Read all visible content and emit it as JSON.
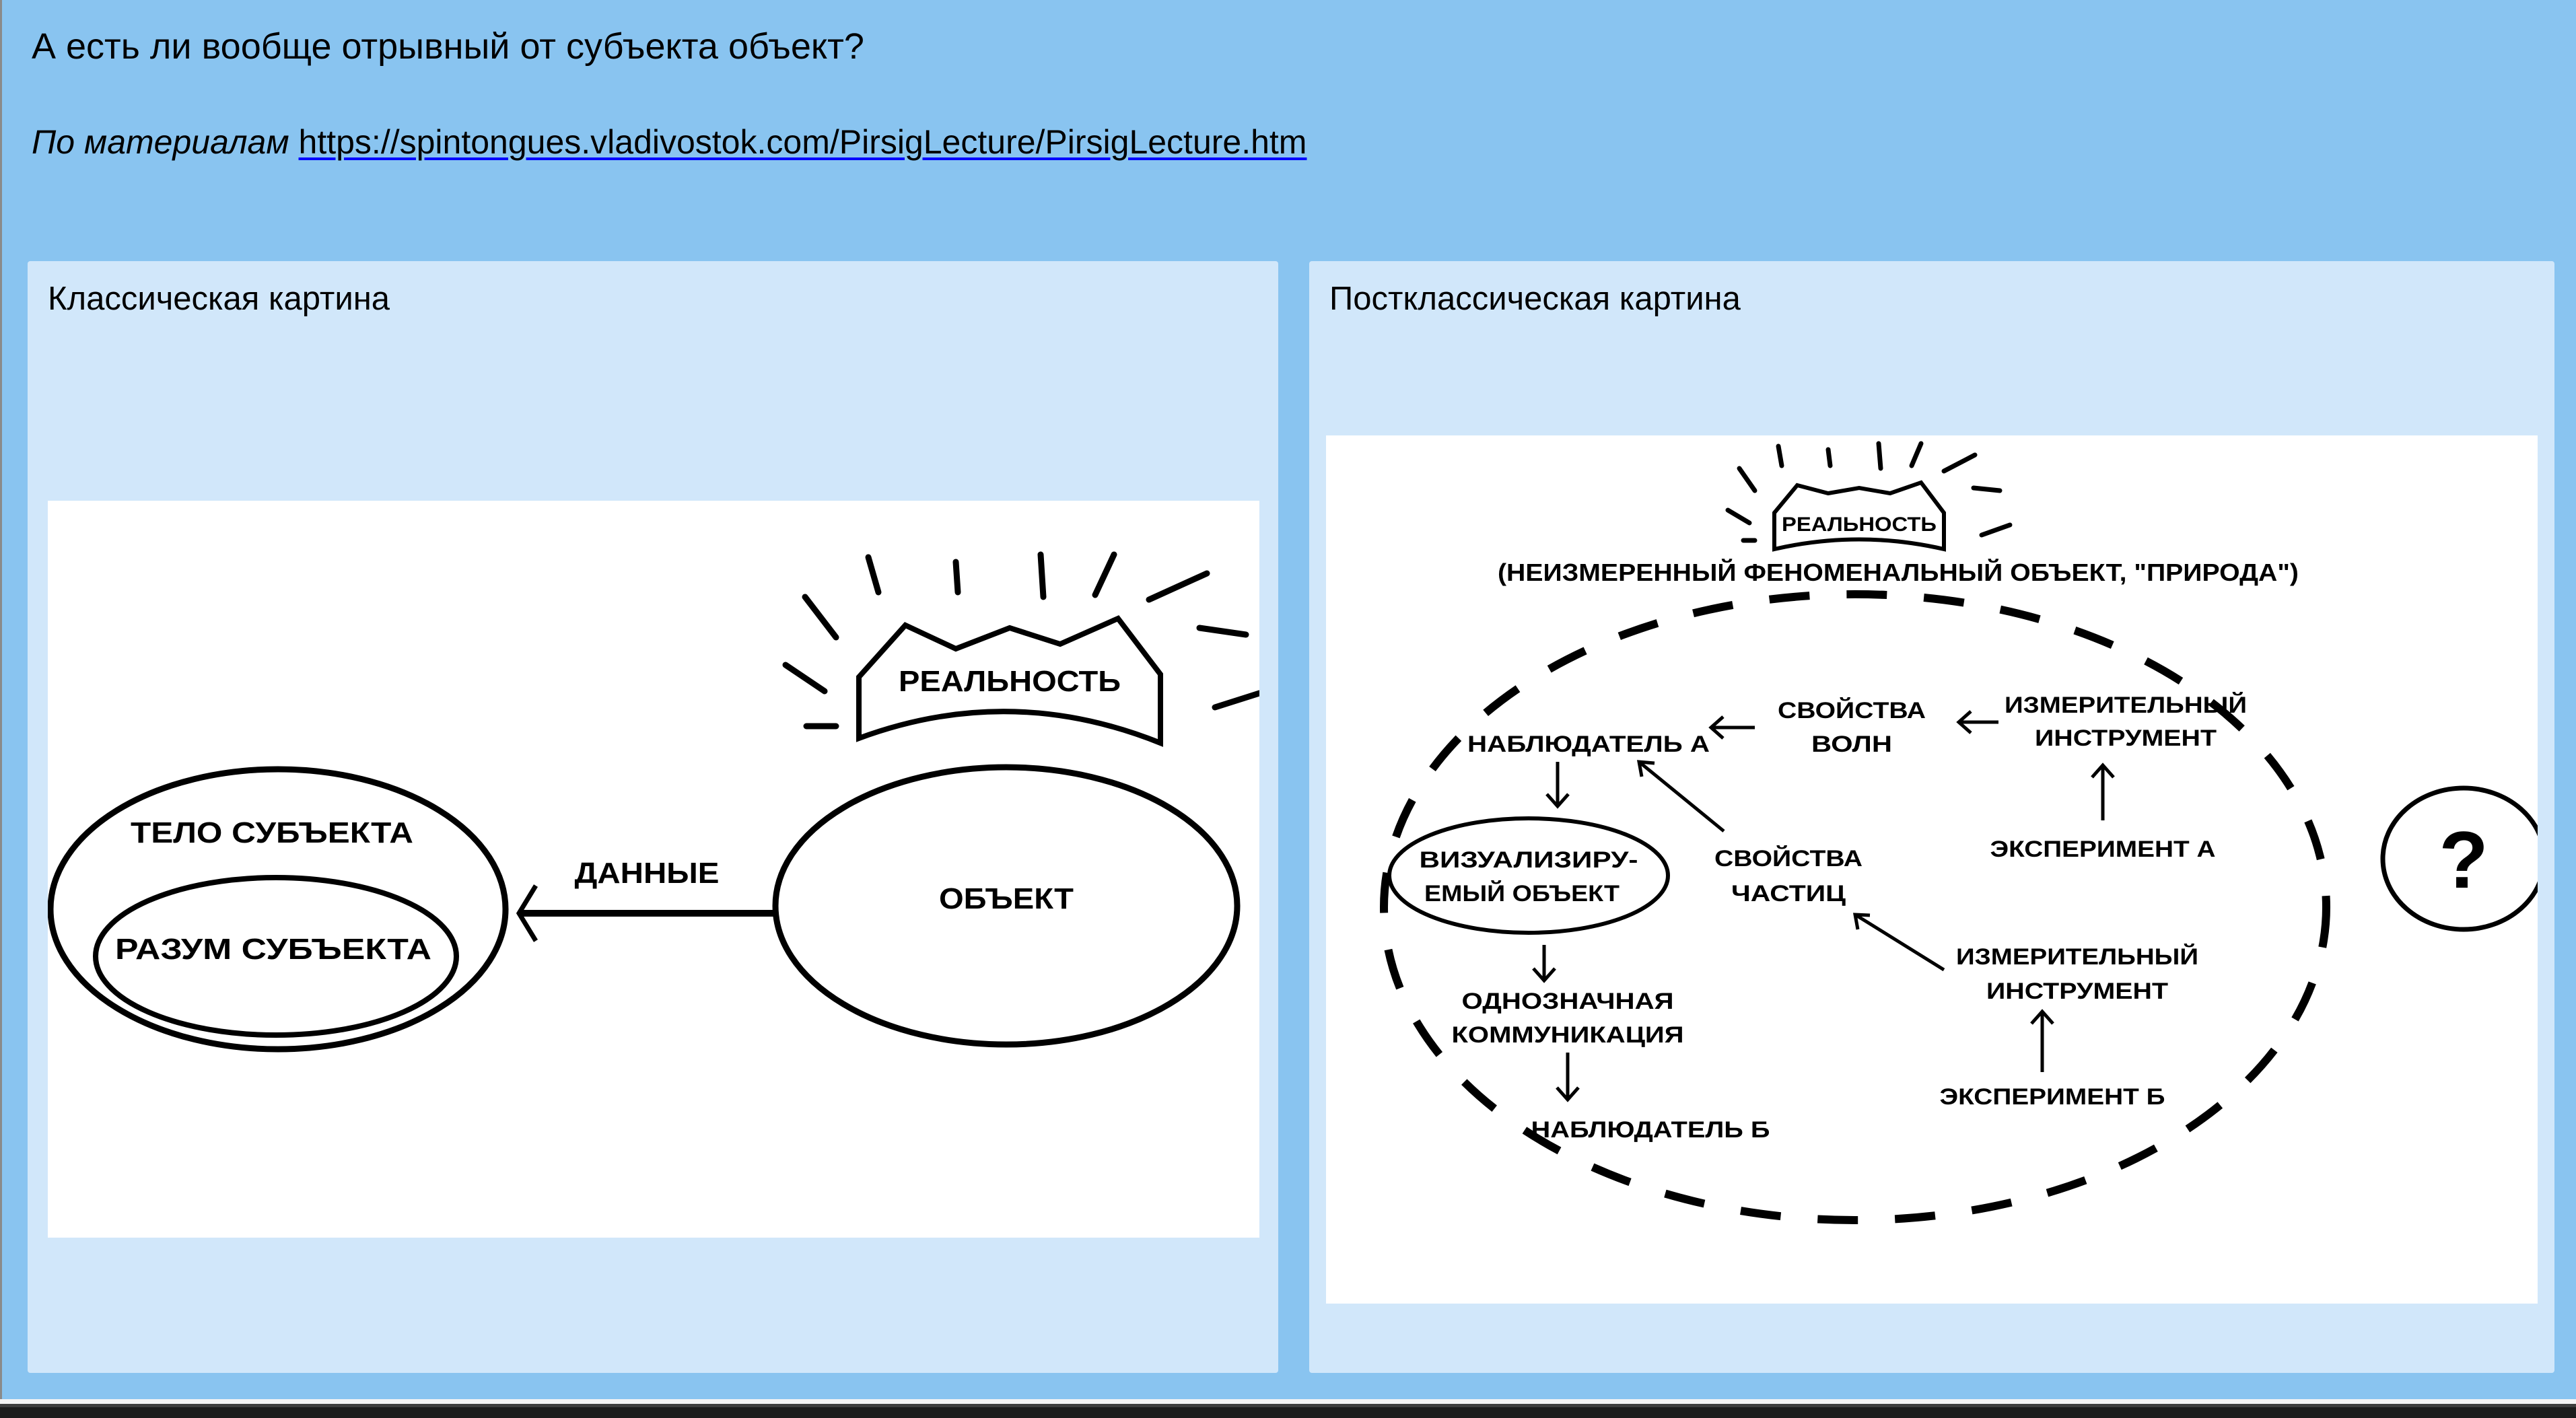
{
  "header": {
    "title": "А есть ли вообще отрывный от субъекта объект?",
    "source_prefix": "По материалам",
    "source_link": "https://spintongues.vladivostok.com/PirsigLecture/PirsigLecture.htm"
  },
  "panels": [
    {
      "title": "Классическая картина",
      "diagram": {
        "reality": "РЕАЛЬНОСТЬ",
        "body": "ТЕЛО СУБЪЕКТА",
        "mind": "РАЗУМ СУБЪЕКТА",
        "data": "ДАННЫЕ",
        "object": "ОБЪЕКТ"
      }
    },
    {
      "title": "Постклассическая картина",
      "diagram": {
        "reality": "РЕАЛЬНОСТЬ",
        "subtitle": "(НЕИЗМЕРЕННЫЙ ФЕНОМЕНАЛЬНЫЙ ОБЪЕКТ, \"ПРИРОДА\")",
        "observer_a": "НАБЛЮДАТЕЛЬ А",
        "wave_props_1": "СВОЙСТВА",
        "wave_props_2": "ВОЛН",
        "instrument_a_1": "ИЗМЕРИТЕЛЬНЫЙ",
        "instrument_a_2": "ИНСТРУМЕНТ",
        "experiment_a": "ЭКСПЕРИМЕНТ А",
        "visualized_1": "ВИЗУАЛИЗИРУ-",
        "visualized_2": "ЕМЫЙ ОБЪЕКТ",
        "particle_props_1": "СВОЙСТВА",
        "particle_props_2": "ЧАСТИЦ",
        "instrument_b_1": "ИЗМЕРИТЕЛЬНЫЙ",
        "instrument_b_2": "ИНСТРУМЕНТ",
        "experiment_b": "ЭКСПЕРИМЕНТ Б",
        "communication_1": "ОДНОЗНАЧНАЯ",
        "communication_2": "КОММУНИКАЦИЯ",
        "observer_b": "НАБЛЮДАТЕЛЬ Б",
        "unknown": "?"
      }
    }
  ]
}
